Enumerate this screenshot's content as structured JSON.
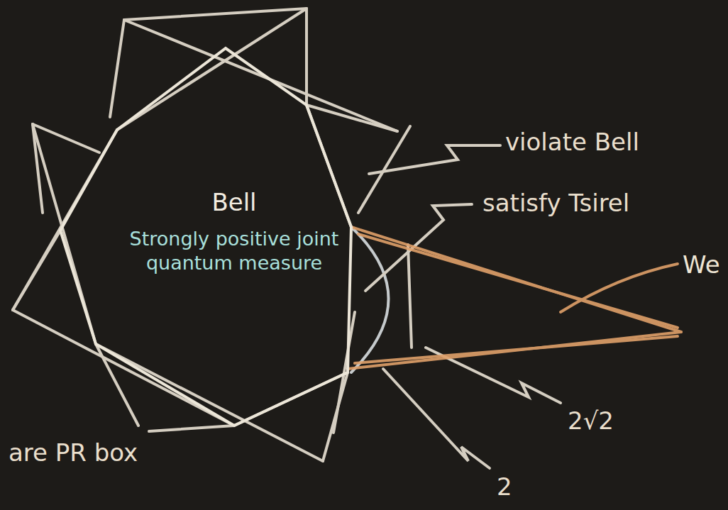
{
  "diagram": {
    "nodes": [
      {
        "text": [
          "Bell",
          "Strongly positive joint quantum measure"
        ]
      }
    ],
    "labels": [
      "violate Bell",
      "satisfy Tsirel",
      "We",
      "2√2",
      "2",
      "are PR box"
    ]
  }
}
